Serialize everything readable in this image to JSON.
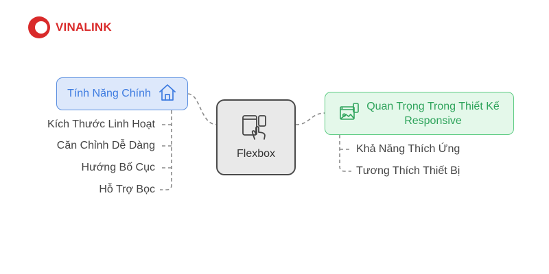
{
  "brand": {
    "name": "VINALINK",
    "color": "#d92a2a"
  },
  "central": {
    "label": "Flexbox",
    "icon": "mobile-tablet-touch-icon"
  },
  "left_branch": {
    "label": "Tính Năng Chính",
    "icon": "home-icon",
    "color": "#3d7be0",
    "items": [
      "Kích Thước Linh Hoạt",
      "Căn Chỉnh Dễ Dàng",
      "Hướng Bố Cục",
      "Hỗ Trợ Bọc"
    ]
  },
  "right_branch": {
    "label_line1": "Quan Trọng Trong Thiết Kế",
    "label_line2": "Responsive",
    "icon": "responsive-devices-icon",
    "color": "#2fa45c",
    "items": [
      "Khả Năng Thích Ứng",
      "Tương Thích Thiết Bị"
    ]
  }
}
